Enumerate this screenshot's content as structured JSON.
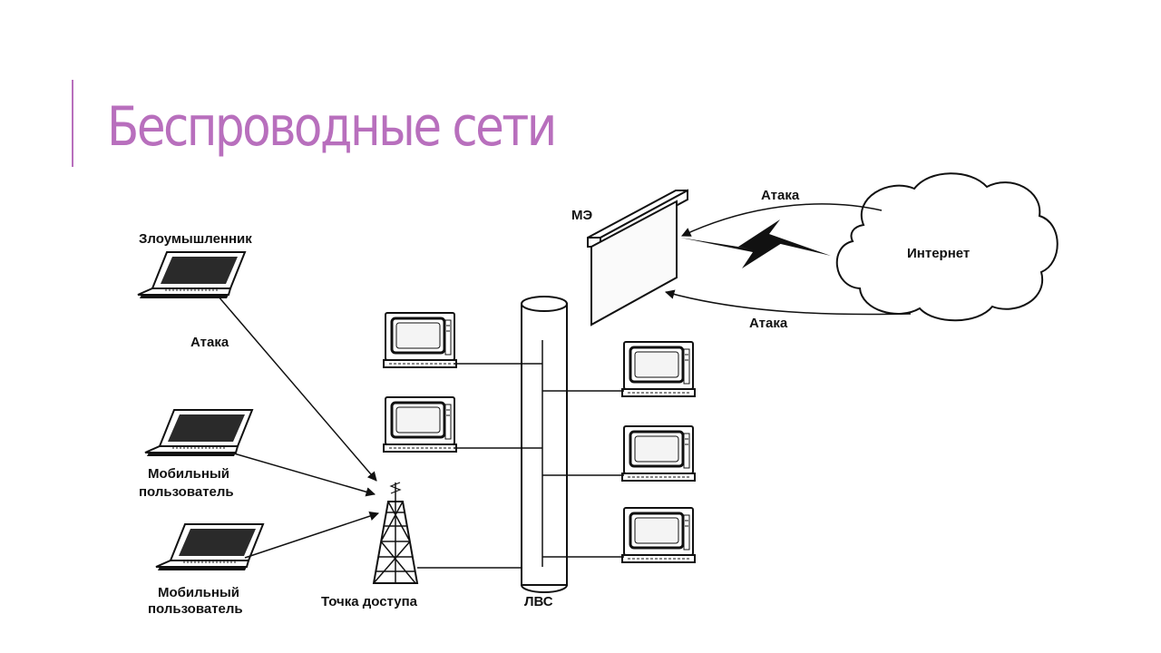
{
  "slide": {
    "title": "Беспроводные  сети",
    "accent_color": "#b86fbd"
  },
  "diagram": {
    "attacker_label": "Злоумышленник",
    "attack_label_1": "Атака",
    "mobile_user_label_1a": "Мобильный",
    "mobile_user_label_1b": "пользователь",
    "mobile_user_label_2a": "Мобильный",
    "mobile_user_label_2b": "пользователь",
    "access_point_label": "Точка доступа",
    "lan_label": "ЛВС",
    "firewall_label": "МЭ",
    "internet_label": "Интернет",
    "attack_label_top": "Атака",
    "attack_label_bottom": "Атака",
    "icons": [
      "laptop-icon",
      "desktop-computer-icon",
      "antenna-tower-icon",
      "firewall-icon",
      "cloud-icon",
      "lightning-icon"
    ]
  }
}
